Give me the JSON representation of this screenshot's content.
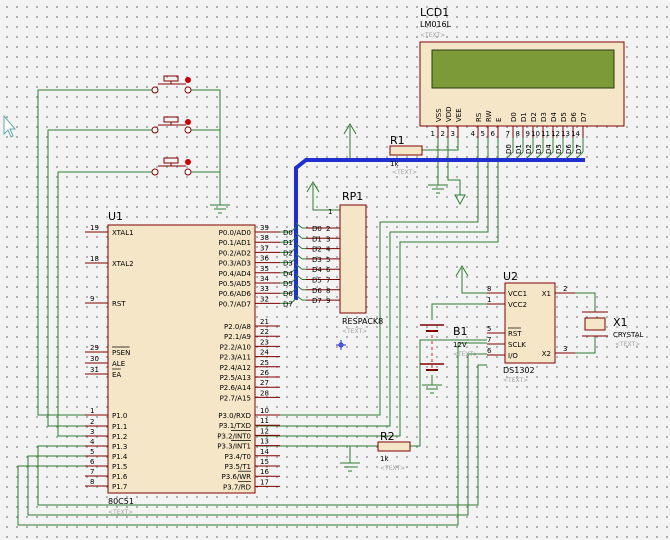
{
  "placeholder": "<TEXT>",
  "lcd": {
    "ref": "LCD1",
    "part": "LM016L",
    "pins": [
      {
        "num": "1",
        "name": "VSS"
      },
      {
        "num": "2",
        "name": "VDD"
      },
      {
        "num": "3",
        "name": "VEE"
      },
      {
        "num": "4",
        "name": "RS"
      },
      {
        "num": "5",
        "name": "RW"
      },
      {
        "num": "6",
        "name": "E"
      },
      {
        "num": "7",
        "name": "D0"
      },
      {
        "num": "8",
        "name": "D1"
      },
      {
        "num": "9",
        "name": "D2"
      },
      {
        "num": "10",
        "name": "D3"
      },
      {
        "num": "11",
        "name": "D4"
      },
      {
        "num": "12",
        "name": "D5"
      },
      {
        "num": "13",
        "name": "D6"
      },
      {
        "num": "14",
        "name": "D7"
      }
    ]
  },
  "lcd_nets": [
    "D0",
    "D1",
    "D2",
    "D3",
    "D4",
    "D5",
    "D6",
    "D7"
  ],
  "r1": {
    "ref": "R1",
    "value": "1k"
  },
  "r2": {
    "ref": "R2",
    "value": "1k"
  },
  "rp1": {
    "ref": "RP1",
    "part": "RESPACK8",
    "pin1": "1",
    "pins": [
      {
        "net": "D0",
        "num": "2"
      },
      {
        "net": "D1",
        "num": "3"
      },
      {
        "net": "D2",
        "num": "4"
      },
      {
        "net": "D3",
        "num": "5"
      },
      {
        "net": "D4",
        "num": "6"
      },
      {
        "net": "D5",
        "num": "7"
      },
      {
        "net": "D6",
        "num": "8"
      },
      {
        "net": "D7",
        "num": "9"
      }
    ]
  },
  "u1": {
    "ref": "U1",
    "part": "80C51",
    "left_pins": [
      {
        "num": "19",
        "name": "XTAL1"
      },
      {
        "num": "18",
        "name": "XTAL2"
      },
      {
        "num": "9",
        "name": "RST"
      },
      {
        "num": "29",
        "name": "PSEN"
      },
      {
        "num": "30",
        "name": "ALE"
      },
      {
        "num": "31",
        "name": "EA"
      },
      {
        "num": "1",
        "name": "P1.0"
      },
      {
        "num": "2",
        "name": "P1.1"
      },
      {
        "num": "3",
        "name": "P1.2"
      },
      {
        "num": "4",
        "name": "P1.3"
      },
      {
        "num": "5",
        "name": "P1.4"
      },
      {
        "num": "6",
        "name": "P1.5"
      },
      {
        "num": "7",
        "name": "P1.6"
      },
      {
        "num": "8",
        "name": "P1.7"
      }
    ],
    "right_pins": [
      {
        "num": "39",
        "name": "P0.0/AD0"
      },
      {
        "num": "38",
        "name": "P0.1/AD1"
      },
      {
        "num": "37",
        "name": "P0.2/AD2"
      },
      {
        "num": "36",
        "name": "P0.3/AD3"
      },
      {
        "num": "35",
        "name": "P0.4/AD4"
      },
      {
        "num": "34",
        "name": "P0.5/AD5"
      },
      {
        "num": "33",
        "name": "P0.6/AD6"
      },
      {
        "num": "32",
        "name": "P0.7/AD7"
      },
      {
        "num": "21",
        "name": "P2.0/A8"
      },
      {
        "num": "22",
        "name": "P2.1/A9"
      },
      {
        "num": "23",
        "name": "P2.2/A10"
      },
      {
        "num": "24",
        "name": "P2.3/A11"
      },
      {
        "num": "25",
        "name": "P2.4/A12"
      },
      {
        "num": "26",
        "name": "P2.5/A13"
      },
      {
        "num": "27",
        "name": "P2.6/A14"
      },
      {
        "num": "28",
        "name": "P2.7/A15"
      },
      {
        "num": "10",
        "name": "P3.0/RXD"
      },
      {
        "num": "11",
        "name": "P3.1/TXD"
      },
      {
        "num": "12",
        "name": "P3.2/INT0"
      },
      {
        "num": "13",
        "name": "P3.3/INT1"
      },
      {
        "num": "14",
        "name": "P3.4/T0"
      },
      {
        "num": "15",
        "name": "P3.5/T1"
      },
      {
        "num": "16",
        "name": "P3.6/WR"
      },
      {
        "num": "17",
        "name": "P3.7/RD"
      }
    ],
    "d_nets": [
      "D0",
      "D1",
      "D2",
      "D3",
      "D4",
      "D5",
      "D6",
      "D7"
    ]
  },
  "u2": {
    "ref": "U2",
    "part": "DS1302",
    "pins": [
      {
        "num": "8",
        "name": "VCC1"
      },
      {
        "num": "1",
        "name": "VCC2"
      },
      {
        "num": "5",
        "name": "RST"
      },
      {
        "num": "7",
        "name": "SCLK"
      },
      {
        "num": "6",
        "name": "I/O"
      },
      {
        "num": "2",
        "name": "X1"
      },
      {
        "num": "3",
        "name": "X2"
      }
    ]
  },
  "b1": {
    "ref": "B1",
    "value": "12V"
  },
  "x1": {
    "ref": "X1",
    "part": "CRYSTAL"
  }
}
